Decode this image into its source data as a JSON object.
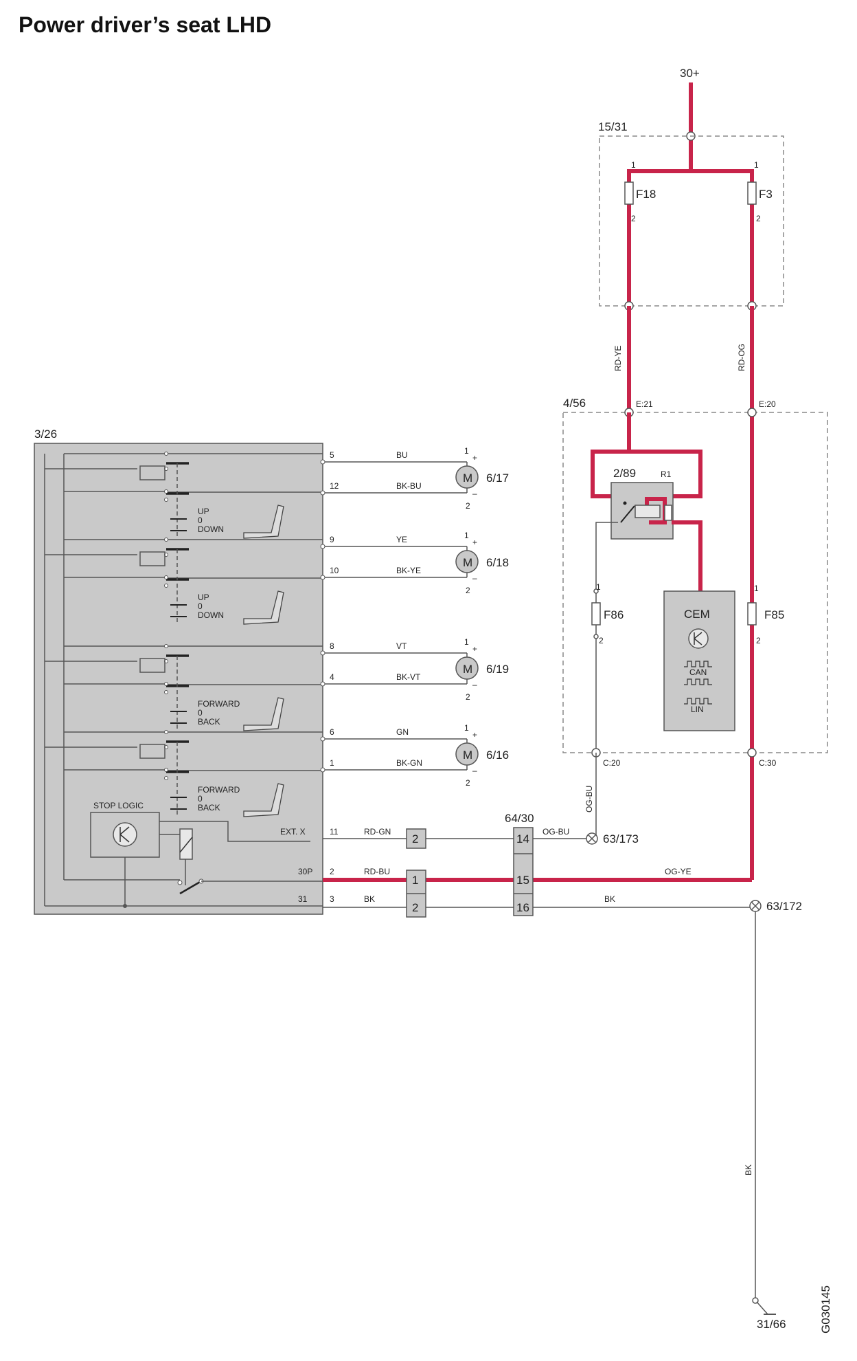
{
  "title": "Power driver’s seat LHD",
  "supply": "30+",
  "fusebox": {
    "label": "15/31",
    "fuses": [
      {
        "name": "F18",
        "pin_top": "1",
        "pin_bottom": "2"
      },
      {
        "name": "F3",
        "pin_top": "1",
        "pin_bottom": "2"
      }
    ],
    "wire_left": "RD-YE",
    "wire_right": "RD-OG"
  },
  "cem_module": {
    "label": "4/56",
    "pin_left": "E:21",
    "pin_right": "E:20",
    "relay_label": "2/89",
    "relay_name": "R1",
    "fuse_f86": {
      "name": "F86",
      "pin_top": "1",
      "pin_bottom": "2"
    },
    "fuse_f85": {
      "name": "F85",
      "pin_top": "1",
      "pin_bottom": "2"
    },
    "cem": {
      "name": "CEM",
      "can": "CAN",
      "lin": "LIN"
    },
    "pin_c20": "C:20",
    "pin_c30": "C:30",
    "wire_c20": "OG-BU"
  },
  "switch_module": {
    "label": "3/26",
    "stop_logic": "STOP LOGIC",
    "ext_x": "EXT. X",
    "p30p": "30P",
    "p31": "31",
    "groups": [
      {
        "up": "UP",
        "zero": "0",
        "down": "DOWN"
      },
      {
        "up": "UP",
        "zero": "0",
        "down": "DOWN"
      },
      {
        "up": "FORWARD",
        "zero": "0",
        "down": "BACK"
      },
      {
        "up": "FORWARD",
        "zero": "0",
        "down": "BACK"
      }
    ]
  },
  "motors": [
    {
      "id": "6/17",
      "m": "M",
      "pin1_no": "5",
      "wire1": "BU",
      "pin2_no": "12",
      "wire2": "BK-BU",
      "t1": "1",
      "t2": "2",
      "plus": "+",
      "minus": "–"
    },
    {
      "id": "6/18",
      "m": "M",
      "pin1_no": "9",
      "wire1": "YE",
      "pin2_no": "10",
      "wire2": "BK-YE",
      "t1": "1",
      "t2": "2",
      "plus": "+",
      "minus": "–"
    },
    {
      "id": "6/19",
      "m": "M",
      "pin1_no": "8",
      "wire1": "VT",
      "pin2_no": "4",
      "wire2": "BK-VT",
      "t1": "1",
      "t2": "2",
      "plus": "+",
      "minus": "–"
    },
    {
      "id": "6/16",
      "m": "M",
      "pin1_no": "6",
      "wire1": "GN",
      "pin2_no": "1",
      "wire2": "BK-GN",
      "t1": "1",
      "t2": "2",
      "plus": "+",
      "minus": "–"
    }
  ],
  "bottom_wires": {
    "ext_pin": "11",
    "ext_wire": "RD-GN",
    "p30p_pin": "2",
    "p30p_wire": "RD-BU",
    "p31_pin": "3",
    "p31_wire": "BK"
  },
  "connector_a": {
    "pins": [
      "2",
      "1",
      "2"
    ]
  },
  "connector_b": {
    "label": "64/30",
    "pins": [
      "14",
      "15",
      "16"
    ]
  },
  "right_wires": {
    "og_bu": "OG-BU",
    "og_ye": "OG-YE",
    "bk": "BK"
  },
  "grounds": {
    "g173": "63/173",
    "g172": "63/172",
    "g3166": "31/66",
    "bk_vertical": "BK"
  },
  "figure_code": "G030145"
}
